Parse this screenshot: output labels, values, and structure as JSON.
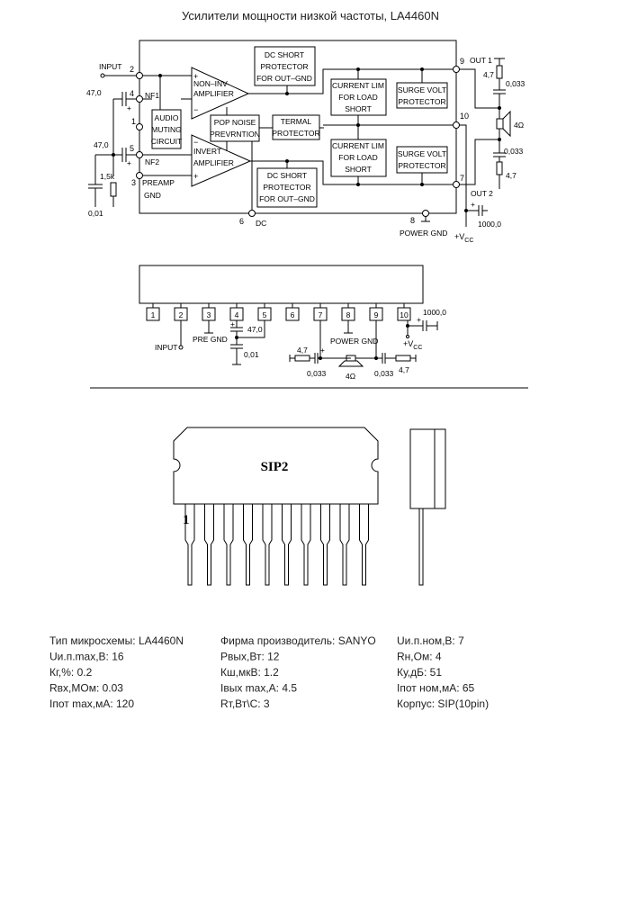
{
  "title": "Усилители мощности низкой частоты, LA4460N",
  "block_diagram": {
    "blocks": {
      "non_inv": [
        "NON–INV",
        "AMPLIFIER"
      ],
      "invert": [
        "INVERT",
        "AMPLIFIER"
      ],
      "dc_short_top": [
        "DC SHORT",
        "PROTECTOR",
        "FOR OUT–GND"
      ],
      "dc_short_bottom": [
        "DC SHORT",
        "PROTECTOR",
        "FOR OUT–GND"
      ],
      "audio_muting": [
        "AUDIO",
        "MUTING",
        "CIRCUIT"
      ],
      "pop_noise": [
        "POP NOISE",
        "PREVRNTION"
      ],
      "termal": [
        "TERMAL",
        "PROTECTOR"
      ],
      "current_lim_top": [
        "CURRENT LIM",
        "FOR LOAD",
        "SHORT"
      ],
      "current_lim_bottom": [
        "CURRENT LIM",
        "FOR LOAD",
        "SHORT"
      ],
      "surge_top": [
        "SURGE VOLT",
        "PROTECTOR"
      ],
      "surge_bottom": [
        "SURGE VOLT",
        "PROTECTOR"
      ]
    },
    "pins": {
      "p1": "1",
      "p2": "2",
      "p3": "3",
      "p4": "4",
      "p5": "5",
      "p6": "6",
      "p7": "7",
      "p8": "8",
      "p9": "9",
      "p10": "10"
    },
    "labels": {
      "input": "INPUT",
      "nf1": "NF1",
      "nf2": "NF2",
      "preamp": "PREAMP",
      "gnd": "GND",
      "dc": "DC",
      "power_gnd": "POWER GND",
      "vcc": "+V",
      "vcc_sub": "CC",
      "out1": "OUT 1",
      "out2": "OUT 2",
      "c47a": "47,0",
      "c47b": "47,0",
      "r15k": "1,5k",
      "c001": "0,01",
      "r47a": "4,7",
      "c033a": "0,033",
      "r47b": "4,7",
      "c033b": "0,033",
      "spk": "4Ω",
      "c1000": "1000,0"
    }
  },
  "pinout_diagram": {
    "pins": [
      "1",
      "2",
      "3",
      "4",
      "5",
      "6",
      "7",
      "8",
      "9",
      "10"
    ],
    "labels": {
      "input": "INPUT",
      "pre_gnd": "PRE GND",
      "c47": "47,0",
      "c001": "0,01",
      "power_gnd": "POWER GND",
      "c1000": "1000,0",
      "vcc": "+V",
      "vcc_sub": "CC",
      "r47a": "4,7",
      "c033a": "0,033",
      "spk": "4Ω",
      "c033b": "0,033",
      "r47b": "4,7"
    }
  },
  "package": {
    "name": "SIP2",
    "pin1": "1"
  },
  "specs": {
    "col1": [
      "Тип микросхемы: LA4460N",
      "Uи.п.max,В: 16",
      "Кг,%: 0.2",
      "Rвх,МОм: 0.03",
      "Iпот max,мА: 120"
    ],
    "col2": [
      "Фирма производитель: SANYO",
      "Рвых,Вт: 12",
      "Кш,мкВ: 1.2",
      "Iвых max,А: 4.5",
      "Rт,Вт\\С: 3"
    ],
    "col3": [
      "Uи.п.ном,В: 7",
      "Rн,Ом: 4",
      "Ку,дБ: 51",
      "Iпот ном,мА: 65",
      "Корпус: SIP(10pin)"
    ]
  }
}
